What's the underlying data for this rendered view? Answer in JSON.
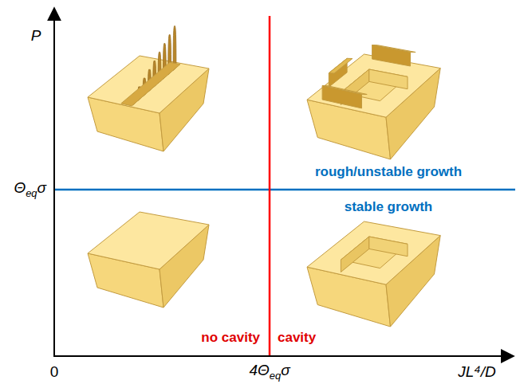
{
  "diagram": {
    "labels": [
      "P",
      "Θeqσ",
      "0",
      "4Θeqσ",
      "JL⁴/D",
      "rough/unstable growth",
      "stable growth",
      "no cavity",
      "cavity"
    ]
  }
}
